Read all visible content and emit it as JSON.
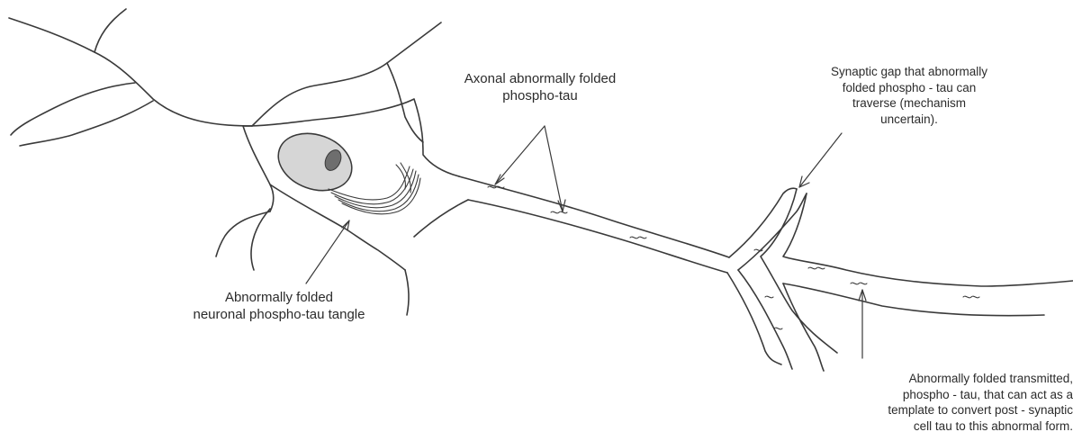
{
  "diagram": {
    "labels": {
      "axonal": {
        "lines": [
          "Axonal abnormally folded",
          "phospho-tau"
        ]
      },
      "tangle": {
        "lines": [
          "Abnormally folded",
          "neuronal phospho-tau tangle"
        ]
      },
      "synaptic_gap": {
        "lines": [
          "Synaptic gap that abnormally",
          "folded phospho - tau can",
          "traverse (mechanism",
          "uncertain)."
        ]
      },
      "transmitted": {
        "lines": [
          "Abnormally folded transmitted,",
          "phospho - tau, that can act as a",
          "template to convert post - synaptic",
          "cell tau to this abnormal form."
        ]
      }
    },
    "colors": {
      "ink": "#3a3a3a",
      "nucleus_fill": "#d6d6d6",
      "nucleolus_fill": "#6e6e6e",
      "text": "#2b2b2b"
    }
  }
}
